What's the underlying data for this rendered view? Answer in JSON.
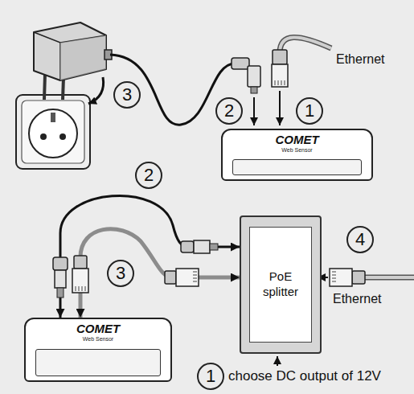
{
  "diagram": {
    "nodes": [
      {
        "text": [
          "COMET",
          "Web Sensor"
        ]
      },
      {
        "text": [
          "PoE splitter"
        ]
      },
      {
        "text": [
          "COMET",
          "Web Sensor"
        ]
      }
    ],
    "edges": [
      {
        "from": 1,
        "to": 2,
        "arrow": "both"
      },
      {
        "from": 1,
        "to": 2,
        "arrow": "both"
      }
    ],
    "labels": [
      "3",
      "2",
      "1",
      "Ethernet",
      "2",
      "3",
      "4",
      "Ethernet",
      "1",
      "choose DC output of 12V"
    ]
  }
}
